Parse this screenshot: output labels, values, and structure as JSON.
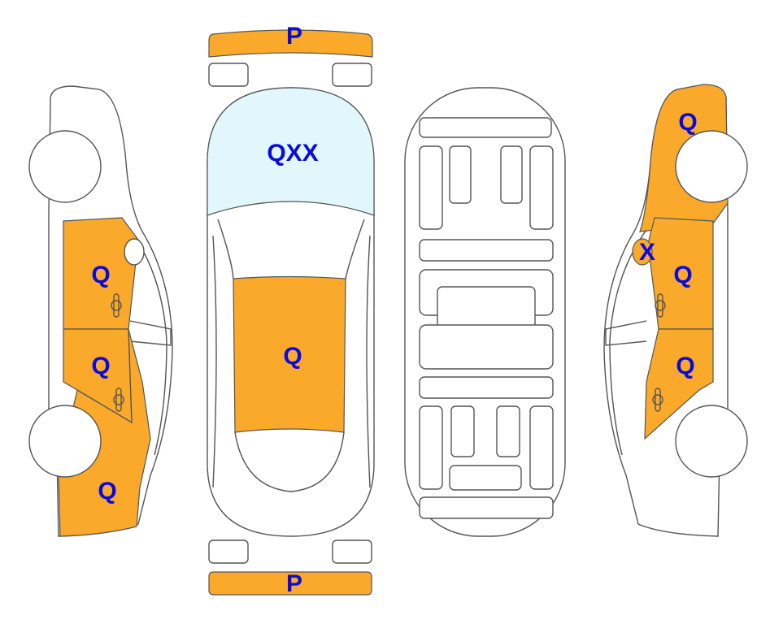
{
  "colors": {
    "damage": "#FBA92B",
    "glass_highlight": "#E1F7FC",
    "label": "#0A0ADC"
  },
  "top_view": {
    "front_bumper_label": "P",
    "windshield_label": "QXX",
    "roof_label": "Q",
    "rear_bumper_label": "P"
  },
  "left_side": {
    "front_door_label": "Q",
    "rear_door_label": "Q",
    "rear_fender_label": "Q"
  },
  "right_side": {
    "front_fender_label": "Q",
    "mirror_label": "X",
    "front_door_label": "Q",
    "rear_door_label": "Q"
  }
}
